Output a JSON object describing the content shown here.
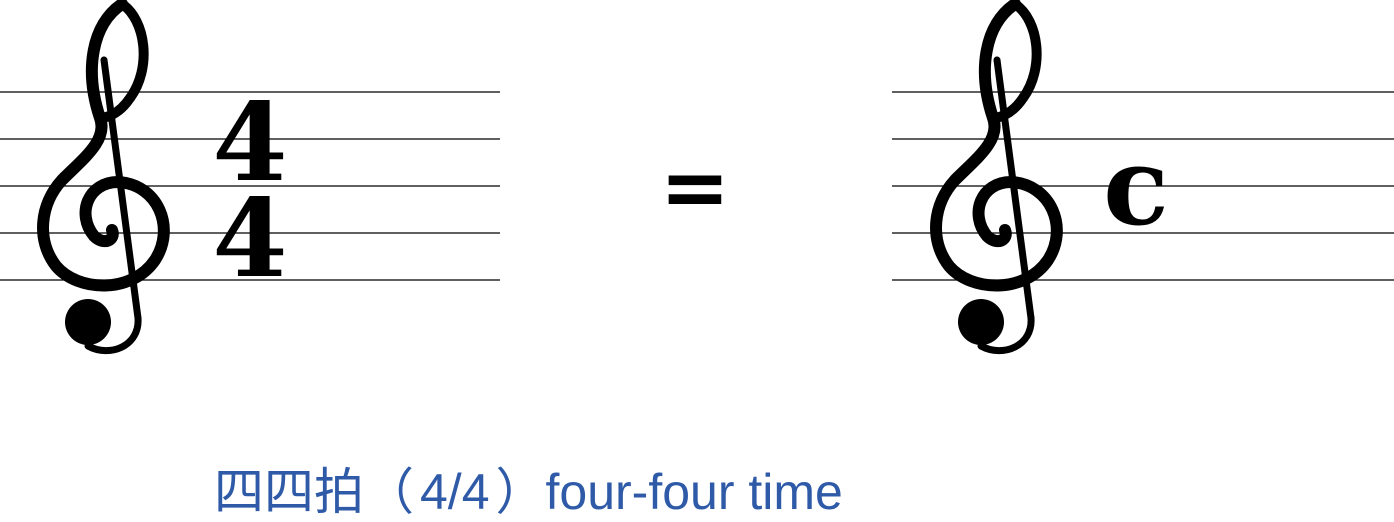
{
  "colors": {
    "ink": "#000000",
    "staff_line": "#000000",
    "caption": "#2e5aa7",
    "background": "#ffffff"
  },
  "left_staff": {
    "clef": "treble-clef-icon",
    "time_signature": {
      "top": "4",
      "bottom": "4"
    }
  },
  "equals": "=",
  "right_staff": {
    "clef": "treble-clef-icon",
    "common_time_symbol": "c"
  },
  "caption": {
    "chinese": "四四拍",
    "open_paren": "（",
    "fraction": "4/4",
    "close_paren": "）",
    "english": "four-four time"
  }
}
